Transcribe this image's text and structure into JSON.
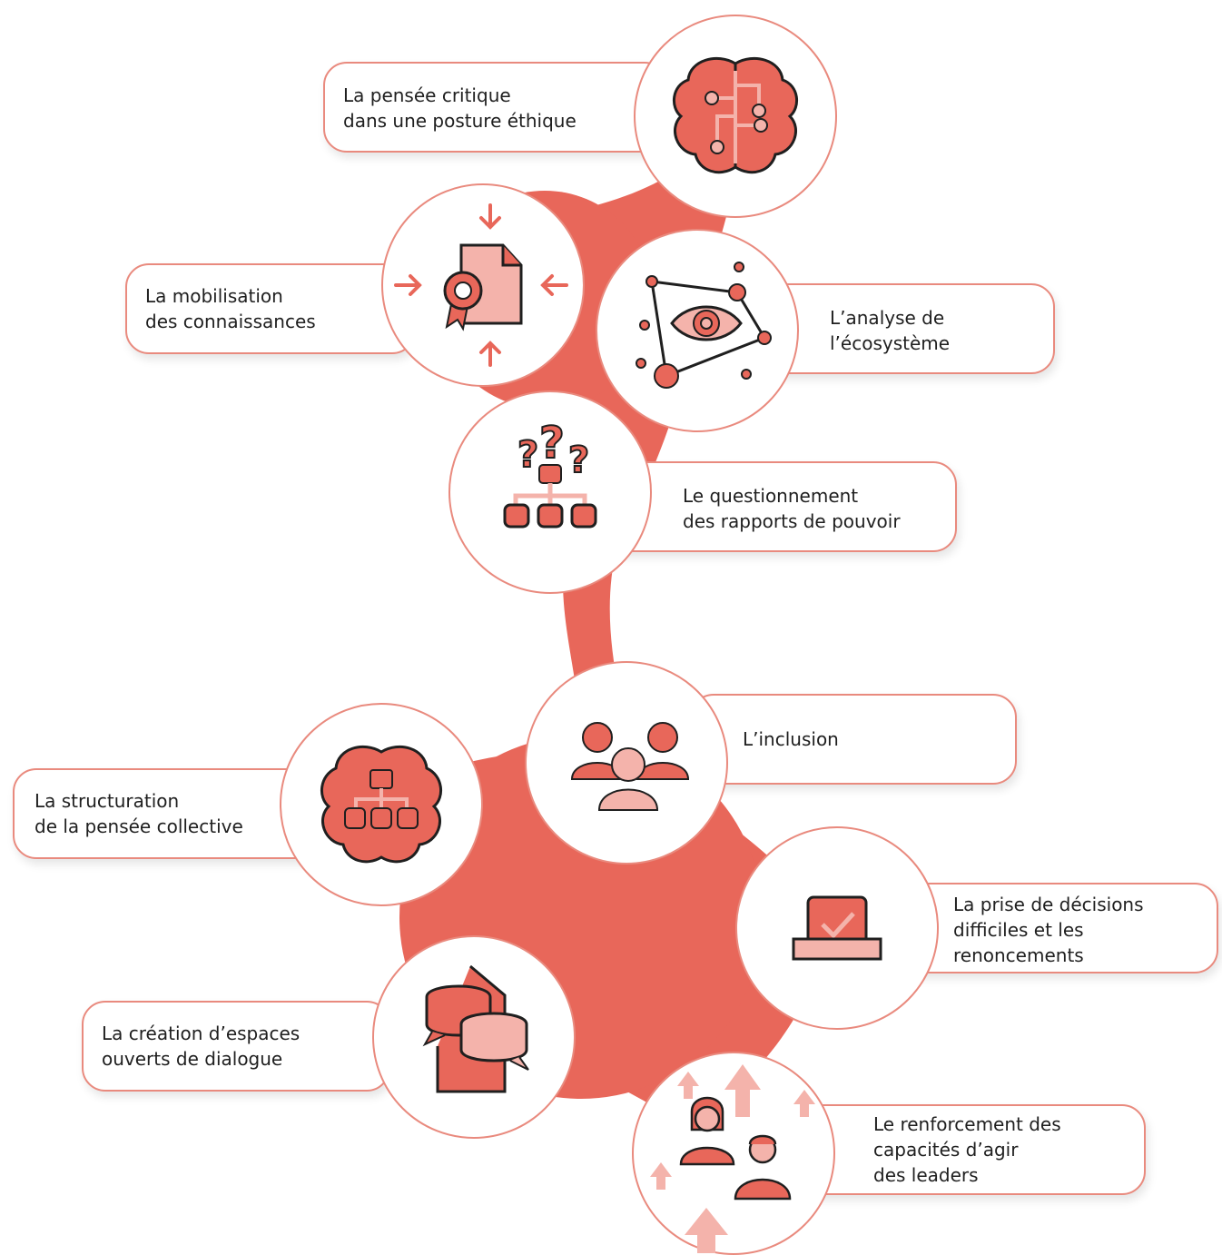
{
  "colors": {
    "accent": "#e8675a",
    "accent_light": "#f4b3ab",
    "outline": "#1f1f1f",
    "pill_border": "#e98a7e"
  },
  "items": [
    {
      "id": "critical-thinking",
      "icon": "brain-circuit-icon",
      "lines": [
        "La pensée critique",
        "dans une posture éthique"
      ]
    },
    {
      "id": "knowledge",
      "icon": "document-certificate-icon",
      "lines": [
        "La mobilisation",
        "des connaissances"
      ]
    },
    {
      "id": "ecosystem",
      "icon": "eye-network-icon",
      "lines": [
        "L’analyse de",
        "l’écosystème"
      ]
    },
    {
      "id": "power",
      "icon": "question-hierarchy-icon",
      "lines": [
        "Le questionnement",
        "des rapports de pouvoir"
      ]
    },
    {
      "id": "inclusion",
      "icon": "group-people-icon",
      "lines": [
        "L’inclusion"
      ]
    },
    {
      "id": "collective",
      "icon": "brain-hierarchy-icon",
      "lines": [
        "La structuration",
        "de la pensée collective"
      ]
    },
    {
      "id": "decisions",
      "icon": "ballot-check-icon",
      "lines": [
        "La prise de décisions",
        "difficiles et les",
        "renoncements"
      ]
    },
    {
      "id": "dialogue",
      "icon": "speech-bubbles-icon",
      "lines": [
        "La création d’espaces",
        "ouverts de dialogue"
      ]
    },
    {
      "id": "leaders",
      "icon": "leaders-growth-icon",
      "lines": [
        "Le renforcement des",
        "capacités d’agir",
        "des leaders"
      ]
    }
  ]
}
